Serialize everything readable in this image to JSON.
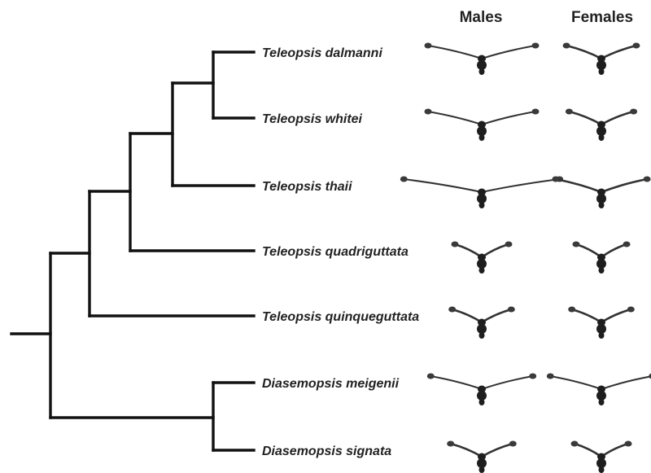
{
  "headers": {
    "males": "Males",
    "females": "Females"
  },
  "taxa": [
    {
      "name": "Teleopsis dalmanni",
      "male_eyespan": 1.0,
      "female_eyespan": 0.65
    },
    {
      "name": "Teleopsis whitei",
      "male_eyespan": 1.0,
      "female_eyespan": 0.6
    },
    {
      "name": "Teleopsis thaii",
      "male_eyespan": 1.45,
      "female_eyespan": 0.85
    },
    {
      "name": "Teleopsis quadriguttata",
      "male_eyespan": 0.5,
      "female_eyespan": 0.47
    },
    {
      "name": "Teleopsis quinqueguttata",
      "male_eyespan": 0.55,
      "female_eyespan": 0.55
    },
    {
      "name": "Diasemopsis meigenii",
      "male_eyespan": 0.95,
      "female_eyespan": 0.95
    },
    {
      "name": "Diasemopsis signata",
      "male_eyespan": 0.58,
      "female_eyespan": 0.5
    }
  ],
  "colors": {
    "line": "#111111",
    "text": "#222222",
    "fly": "#1e1e1e"
  }
}
